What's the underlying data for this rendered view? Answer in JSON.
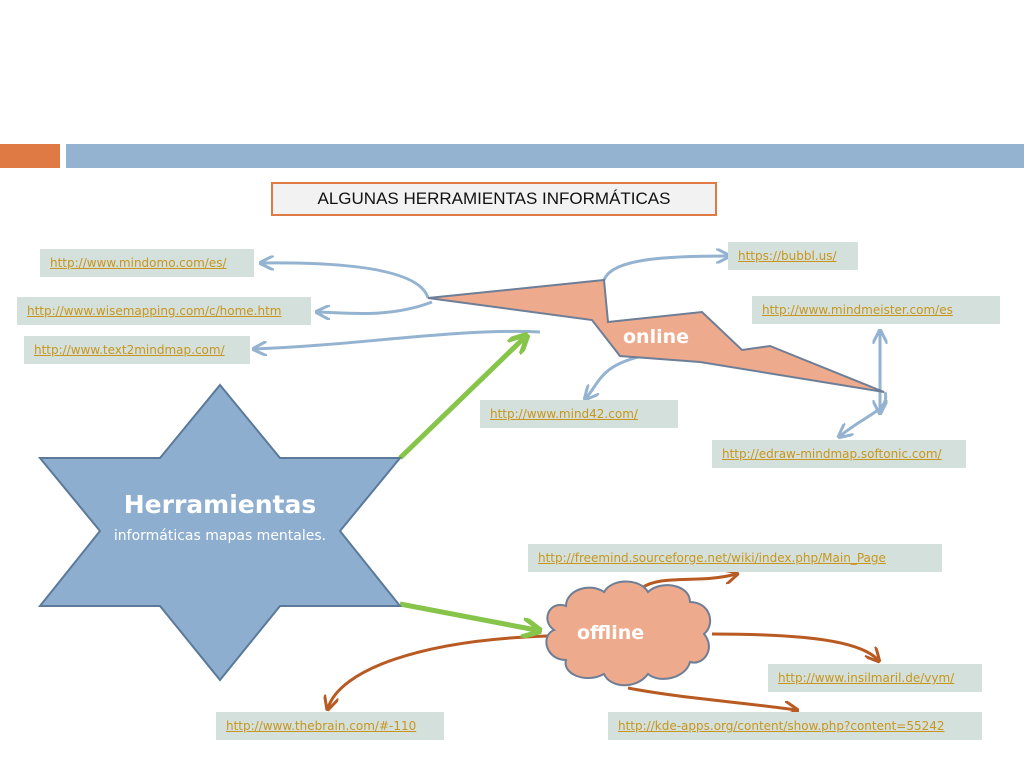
{
  "header": {
    "title": "ALGUNAS HERRAMIENTAS INFORMÁTICAS"
  },
  "center": {
    "title": "Herramientas",
    "subtitle": "informáticas mapas mentales."
  },
  "online": {
    "label": "online",
    "links": [
      "http://www.mindomo.com/es/",
      "http://www.wisemapping.com/c/home.htm",
      "http://www.text2mindmap.com/",
      "https://bubbl.us/",
      "http://www.mindmeister.com/es",
      "http://www.mind42.com/",
      "http://edraw-mindmap.softonic.com/"
    ]
  },
  "offline": {
    "label": "offline",
    "links": [
      "http://freemind.sourceforge.net/wiki/index.php/Main_Page",
      "http://www.insilmaril.de/vym/",
      "http://kde-apps.org/content/show.php?content=55242",
      "http://www.thebrain.com/#-110"
    ]
  },
  "colors": {
    "accent_orange": "#e07a45",
    "bar_blue": "#94b3d0",
    "star_fill": "#8eaed0",
    "shape_fill": "#eeaa8c",
    "online_arrow": "#94b3d0",
    "offline_arrow": "#b85a22",
    "main_arrow": "#86c44a",
    "link_bg": "#d3e0dc",
    "link_text": "#c8961e"
  }
}
